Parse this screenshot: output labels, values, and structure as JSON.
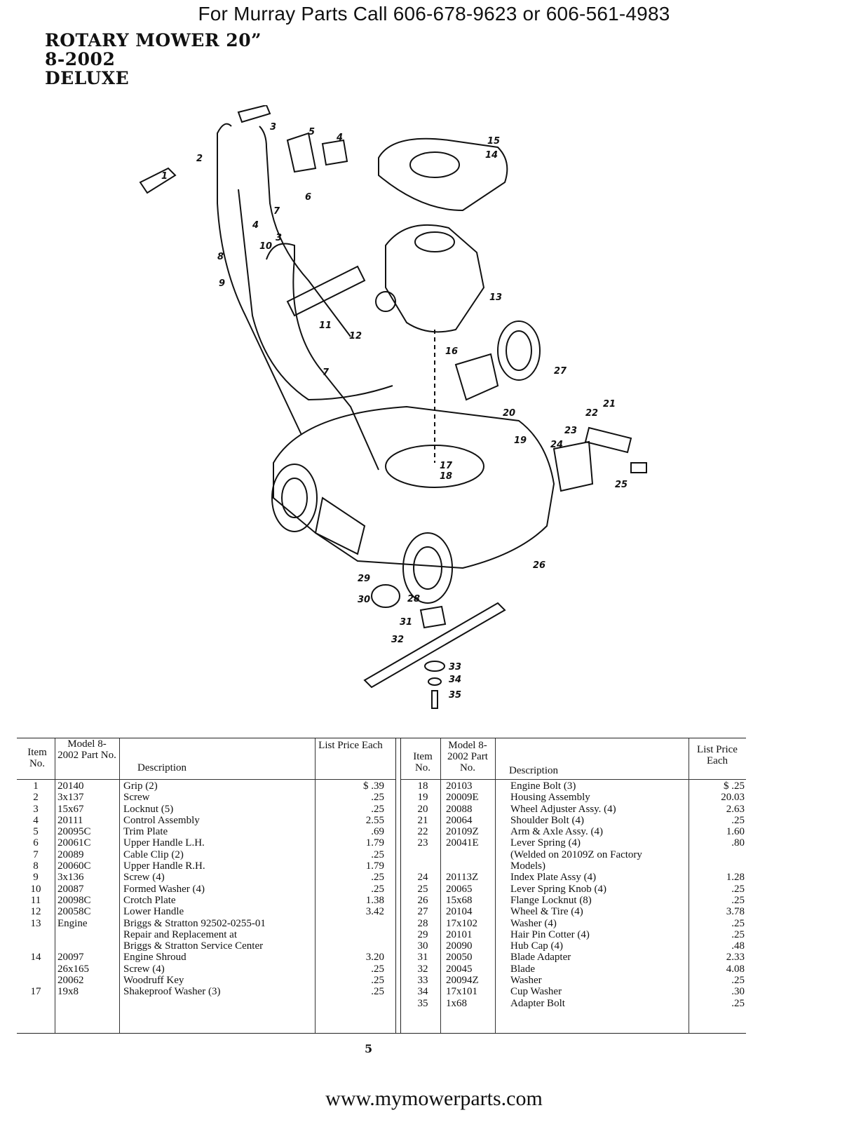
{
  "header": "For Murray Parts Call 606-678-9623 or 606-561-4983",
  "title_lines": [
    "ROTARY MOWER 20”",
    "8-2002",
    "DELUXE"
  ],
  "diagram_callouts": [
    "1",
    "2",
    "3",
    "4",
    "5",
    "6",
    "7",
    "4",
    "8",
    "10",
    "3",
    "9",
    "11",
    "12",
    "7",
    "13",
    "14",
    "15",
    "16",
    "27",
    "20",
    "21",
    "22",
    "23",
    "24",
    "19",
    "17",
    "18",
    "25",
    "26",
    "29",
    "28",
    "30",
    "31",
    "32",
    "33",
    "34",
    "35"
  ],
  "table_headers": {
    "item": "Item No.",
    "model": "Model 8-2002 Part No.",
    "description": "Description",
    "price": "List Price Each"
  },
  "left_rows": [
    {
      "item": "1",
      "part": "20140",
      "desc": "Grip (2)",
      "price": "$ .39"
    },
    {
      "item": "2",
      "part": "3x137",
      "desc": "Screw",
      "price": ".25"
    },
    {
      "item": "3",
      "part": "15x67",
      "desc": "Locknut (5)",
      "price": ".25"
    },
    {
      "item": "4",
      "part": "20111",
      "desc": "Control Assembly",
      "price": "2.55"
    },
    {
      "item": "5",
      "part": "20095C",
      "desc": "Trim Plate",
      "price": ".69"
    },
    {
      "item": "6",
      "part": "20061C",
      "desc": "Upper Handle L.H.",
      "price": "1.79"
    },
    {
      "item": "7",
      "part": "20089",
      "desc": "Cable Clip (2)",
      "price": ".25"
    },
    {
      "item": "8",
      "part": "20060C",
      "desc": "Upper Handle R.H.",
      "price": "1.79"
    },
    {
      "item": "9",
      "part": "3x136",
      "desc": "Screw (4)",
      "price": ".25"
    },
    {
      "item": "10",
      "part": "20087",
      "desc": "Formed Washer (4)",
      "price": ".25"
    },
    {
      "item": "11",
      "part": "20098C",
      "desc": "Crotch Plate",
      "price": "1.38"
    },
    {
      "item": "12",
      "part": "20058C",
      "desc": "Lower Handle",
      "price": "3.42"
    },
    {
      "item": "13",
      "part": "Engine",
      "desc": "Briggs & Stratton 92502-0255-01",
      "price": ""
    },
    {
      "item": "",
      "part": "",
      "desc": "Repair and Replacement at",
      "price": ""
    },
    {
      "item": "",
      "part": "",
      "desc": "Briggs & Stratton Service Center",
      "price": ""
    },
    {
      "item": "14",
      "part": "20097",
      "desc": "Engine Shroud",
      "price": "3.20"
    },
    {
      "item": "",
      "part": "26x165",
      "desc": "Screw (4)",
      "price": ".25"
    },
    {
      "item": "",
      "part": "20062",
      "desc": "Woodruff Key",
      "price": ".25"
    },
    {
      "item": "17",
      "part": "19x8",
      "desc": "Shakeproof Washer (3)",
      "price": ".25"
    }
  ],
  "right_rows": [
    {
      "item": "18",
      "part": "20103",
      "desc": "Engine Bolt (3)",
      "price": "$ .25"
    },
    {
      "item": "19",
      "part": "20009E",
      "desc": "Housing Assembly",
      "price": "20.03"
    },
    {
      "item": "20",
      "part": "20088",
      "desc": "Wheel Adjuster Assy. (4)",
      "price": "2.63"
    },
    {
      "item": "21",
      "part": "20064",
      "desc": "Shoulder Bolt (4)",
      "price": ".25"
    },
    {
      "item": "22",
      "part": "20109Z",
      "desc": "Arm & Axle Assy. (4)",
      "price": "1.60"
    },
    {
      "item": "23",
      "part": "20041E",
      "desc": "Lever Spring (4)",
      "price": ".80"
    },
    {
      "item": "",
      "part": "",
      "desc": "(Welded on 20109Z on Factory",
      "price": ""
    },
    {
      "item": "",
      "part": "",
      "desc": "Models)",
      "price": ""
    },
    {
      "item": "24",
      "part": "20113Z",
      "desc": "Index Plate Assy (4)",
      "price": "1.28"
    },
    {
      "item": "25",
      "part": "20065",
      "desc": "Lever Spring Knob (4)",
      "price": ".25"
    },
    {
      "item": "26",
      "part": "15x68",
      "desc": "Flange Locknut (8)",
      "price": ".25"
    },
    {
      "item": "27",
      "part": "20104",
      "desc": "Wheel & Tire (4)",
      "price": "3.78"
    },
    {
      "item": "28",
      "part": "17x102",
      "desc": "Washer (4)",
      "price": ".25"
    },
    {
      "item": "29",
      "part": "20101",
      "desc": "Hair Pin Cotter (4)",
      "price": ".25"
    },
    {
      "item": "30",
      "part": "20090",
      "desc": "Hub Cap (4)",
      "price": ".48"
    },
    {
      "item": "31",
      "part": "20050",
      "desc": "Blade Adapter",
      "price": "2.33"
    },
    {
      "item": "32",
      "part": "20045",
      "desc": "Blade",
      "price": "4.08"
    },
    {
      "item": "33",
      "part": "20094Z",
      "desc": "Washer",
      "price": ".25"
    },
    {
      "item": "34",
      "part": "17x101",
      "desc": "Cup Washer",
      "price": ".30"
    },
    {
      "item": "35",
      "part": "1x68",
      "desc": "Adapter Bolt",
      "price": ".25"
    }
  ],
  "page_number": "5",
  "footer": "www.mymowerparts.com"
}
